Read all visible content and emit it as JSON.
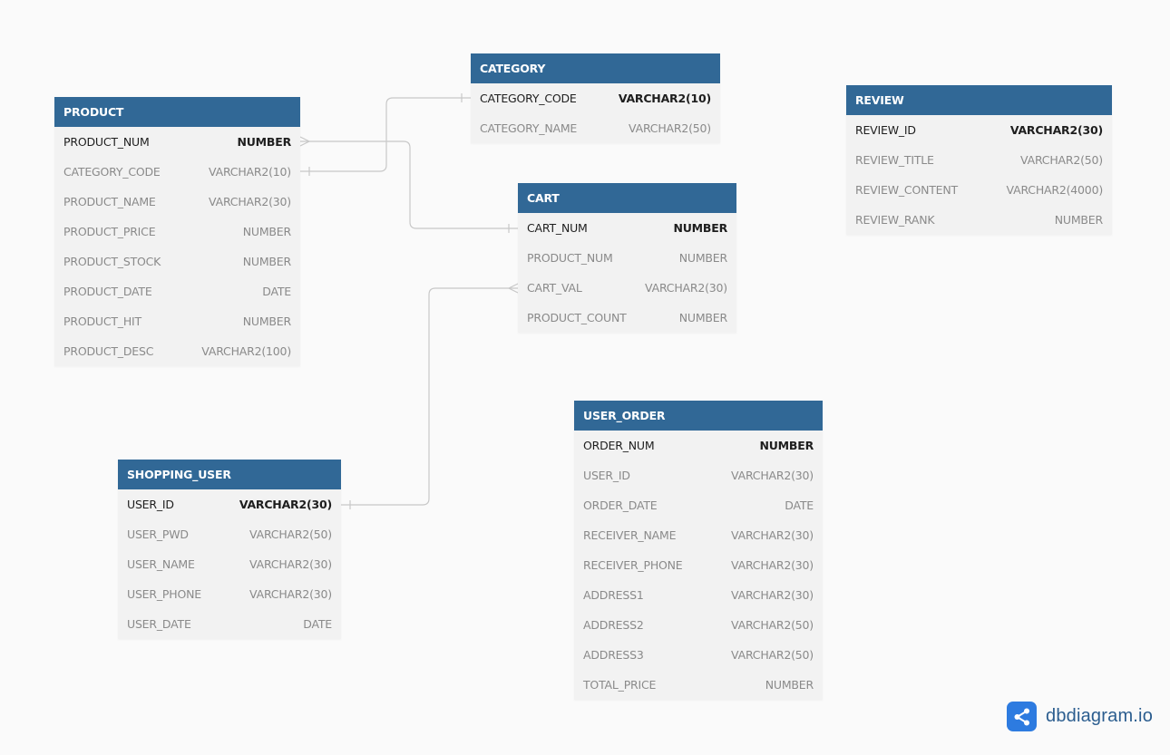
{
  "tables": {
    "product": {
      "name": "PRODUCT",
      "columns": [
        {
          "name": "PRODUCT_NUM",
          "type": "NUMBER"
        },
        {
          "name": "CATEGORY_CODE",
          "type": "VARCHAR2(10)"
        },
        {
          "name": "PRODUCT_NAME",
          "type": "VARCHAR2(30)"
        },
        {
          "name": "PRODUCT_PRICE",
          "type": "NUMBER"
        },
        {
          "name": "PRODUCT_STOCK",
          "type": "NUMBER"
        },
        {
          "name": "PRODUCT_DATE",
          "type": "DATE"
        },
        {
          "name": "PRODUCT_HIT",
          "type": "NUMBER"
        },
        {
          "name": "PRODUCT_DESC",
          "type": "VARCHAR2(100)"
        }
      ]
    },
    "category": {
      "name": "CATEGORY",
      "columns": [
        {
          "name": "CATEGORY_CODE",
          "type": "VARCHAR2(10)"
        },
        {
          "name": "CATEGORY_NAME",
          "type": "VARCHAR2(50)"
        }
      ]
    },
    "review": {
      "name": "REVIEW",
      "columns": [
        {
          "name": "REVIEW_ID",
          "type": "VARCHAR2(30)"
        },
        {
          "name": "REVIEW_TITLE",
          "type": "VARCHAR2(50)"
        },
        {
          "name": "REVIEW_CONTENT",
          "type": "VARCHAR2(4000)"
        },
        {
          "name": "REVIEW_RANK",
          "type": "NUMBER"
        }
      ]
    },
    "cart": {
      "name": "CART",
      "columns": [
        {
          "name": "CART_NUM",
          "type": "NUMBER"
        },
        {
          "name": "PRODUCT_NUM",
          "type": "NUMBER"
        },
        {
          "name": "CART_VAL",
          "type": "VARCHAR2(30)"
        },
        {
          "name": "PRODUCT_COUNT",
          "type": "NUMBER"
        }
      ]
    },
    "user_order": {
      "name": "USER_ORDER",
      "columns": [
        {
          "name": "ORDER_NUM",
          "type": "NUMBER"
        },
        {
          "name": "USER_ID",
          "type": "VARCHAR2(30)"
        },
        {
          "name": "ORDER_DATE",
          "type": "DATE"
        },
        {
          "name": "RECEIVER_NAME",
          "type": "VARCHAR2(30)"
        },
        {
          "name": "RECEIVER_PHONE",
          "type": "VARCHAR2(30)"
        },
        {
          "name": "ADDRESS1",
          "type": "VARCHAR2(30)"
        },
        {
          "name": "ADDRESS2",
          "type": "VARCHAR2(50)"
        },
        {
          "name": "ADDRESS3",
          "type": "VARCHAR2(50)"
        },
        {
          "name": "TOTAL_PRICE",
          "type": "NUMBER"
        }
      ]
    },
    "shopping_user": {
      "name": "SHOPPING_USER",
      "columns": [
        {
          "name": "USER_ID",
          "type": "VARCHAR2(30)"
        },
        {
          "name": "USER_PWD",
          "type": "VARCHAR2(50)"
        },
        {
          "name": "USER_NAME",
          "type": "VARCHAR2(30)"
        },
        {
          "name": "USER_PHONE",
          "type": "VARCHAR2(30)"
        },
        {
          "name": "USER_DATE",
          "type": "DATE"
        }
      ]
    }
  },
  "relationships": [
    {
      "from": "PRODUCT.CATEGORY_CODE",
      "to": "CATEGORY.CATEGORY_CODE"
    },
    {
      "from": "PRODUCT.PRODUCT_NUM",
      "to": "CART.CART_NUM"
    },
    {
      "from": "SHOPPING_USER.USER_ID",
      "to": "CART.CART_VAL"
    }
  ],
  "colors": {
    "header": "#316896",
    "body": "#f2f2f2",
    "link": "#c8c8c8",
    "brand": "#2d7be0"
  },
  "brand": {
    "text": "dbdiagram.io",
    "icon": "share-nodes-icon"
  }
}
